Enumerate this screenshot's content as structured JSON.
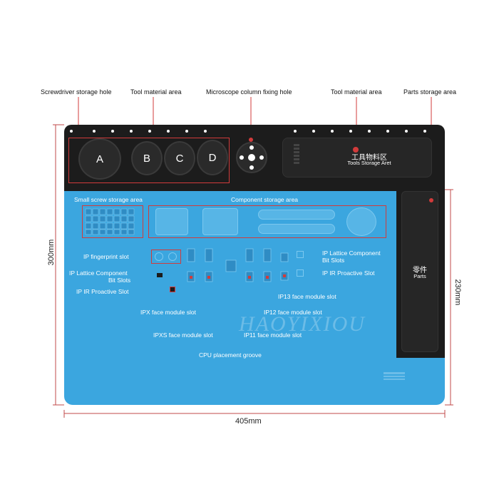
{
  "top_labels": {
    "screwdriver": "Screwdriver storage hole",
    "tool_material_1": "Tool material area",
    "microscope": "Microscope column fixing hole",
    "tool_material_2": "Tool material area",
    "parts": "Parts storage area"
  },
  "circles": [
    "A",
    "B",
    "C",
    "D"
  ],
  "tools_storage": {
    "cn": "工具物料区",
    "en": "Tools Storage Aret"
  },
  "parts_storage": {
    "cn": "零件",
    "en": "Parts"
  },
  "mat_labels": {
    "small_screw": "Small screw storage area",
    "component": "Component storage area",
    "fingerprint": "IP fingerprint slot",
    "lattice_left_1": "IP Lattice Component",
    "lattice_left_2": "Bit Slots",
    "ir_left": "IP IR Proactive Slot",
    "lattice_right_1": "IP Lattice Component",
    "lattice_right_2": "Bit Slots",
    "ir_right": "IP IR Proactive Slot",
    "ip13": "IP13 face module slot",
    "ipx": "IPX face module slot",
    "ip12": "IP12 face module slot",
    "ipxs": "IPXS face module slot",
    "ip11": "IP11 face module slot",
    "cpu": "CPU placement groove"
  },
  "watermark": "HAOYIXIOU",
  "dimensions": {
    "height_full": "300mm",
    "height_inner": "230mm",
    "width": "405mm"
  },
  "colors": {
    "mat_blue": "#3ba6df",
    "mat_black": "#1c1c1c",
    "callout_red": "#d23b3b"
  }
}
